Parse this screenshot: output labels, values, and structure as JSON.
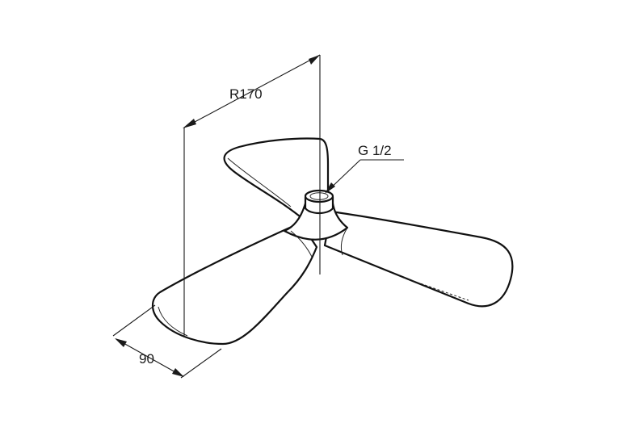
{
  "dimensions": {
    "radius_label": "R170",
    "thread_label": "G 1/2",
    "width_label": "90"
  }
}
